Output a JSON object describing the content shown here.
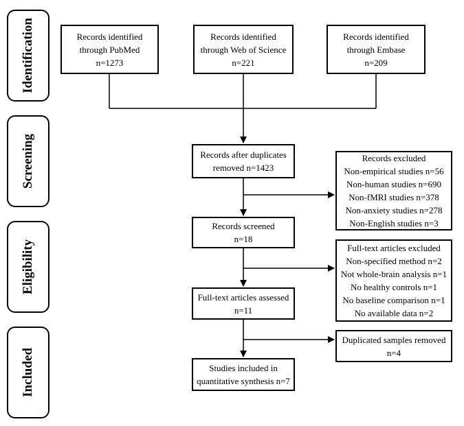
{
  "phases": {
    "identification": "Identification",
    "screening": "Screening",
    "eligibility": "Eligibility",
    "included": "Included"
  },
  "boxes": {
    "pubmed": [
      "Records identified",
      "through PubMed",
      "n=1273"
    ],
    "wos": [
      "Records identified",
      "through Web of Science",
      "n=221"
    ],
    "embase": [
      "Records identified",
      "through Embase",
      "n=209"
    ],
    "after_duplicates": [
      "Records after duplicates",
      "removed n=1423"
    ],
    "excluded1": [
      "Records excluded",
      "Non-empirical studies n=56",
      "Non-human studies n=690",
      "Non-fMRI studies n=378",
      "Non-anxiety studies n=278",
      "Non-English studies n=3"
    ],
    "screened": [
      "Records screened",
      "n=18"
    ],
    "excluded2": [
      "Full-text articles excluded",
      "Non-specified method n=2",
      "Not whole-brain analysis n=1",
      "No healthy controls n=1",
      "No baseline comparison n=1",
      "No available data n=2"
    ],
    "fulltext": [
      "Full-text articles assessed",
      "n=11"
    ],
    "duplicated": [
      "Duplicated samples removed",
      "n=4"
    ],
    "included": [
      "Studies included in",
      "quantitative synthesis n=7"
    ]
  }
}
